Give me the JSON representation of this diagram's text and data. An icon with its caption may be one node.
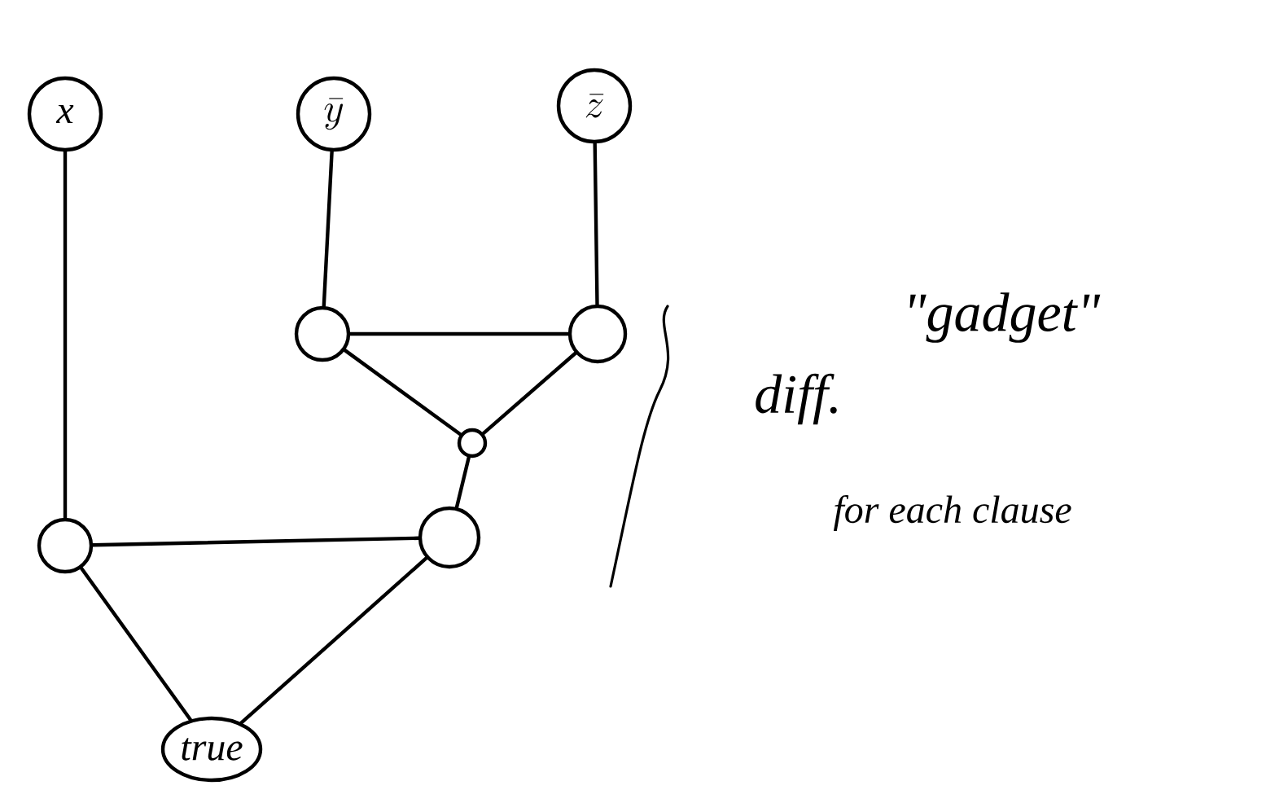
{
  "diagram": {
    "nodes": [
      {
        "text": [
          "x"
        ]
      },
      {
        "text": [
          "\\bar{y}"
        ]
      },
      {
        "text": [
          "\\bar{z}"
        ]
      },
      {
        "text": [],
        "shape": "circle"
      },
      {
        "text": [],
        "shape": "circle"
      },
      {
        "text": [],
        "shape": "circle"
      },
      {
        "text": [],
        "shape": "circle"
      },
      {
        "text": [],
        "shape": "circle"
      },
      {
        "text": [
          "true"
        ]
      }
    ],
    "edges": [
      {
        "from": 0,
        "to": 7,
        "arrow": "none"
      },
      {
        "from": 1,
        "to": 3,
        "arrow": "none"
      },
      {
        "from": 2,
        "to": 4,
        "arrow": "none"
      },
      {
        "from": 3,
        "to": 4,
        "arrow": "none"
      },
      {
        "from": 3,
        "to": 5,
        "arrow": "none"
      },
      {
        "from": 4,
        "to": 5,
        "arrow": "none"
      },
      {
        "from": 5,
        "to": 6,
        "arrow": "none"
      },
      {
        "from": 7,
        "to": 6,
        "arrow": "none"
      },
      {
        "from": 7,
        "to": 8,
        "arrow": "none"
      },
      {
        "from": 6,
        "to": 8,
        "arrow": "none"
      }
    ],
    "labels": [
      "\"gadget\"",
      "diff.",
      "for each clause"
    ]
  }
}
